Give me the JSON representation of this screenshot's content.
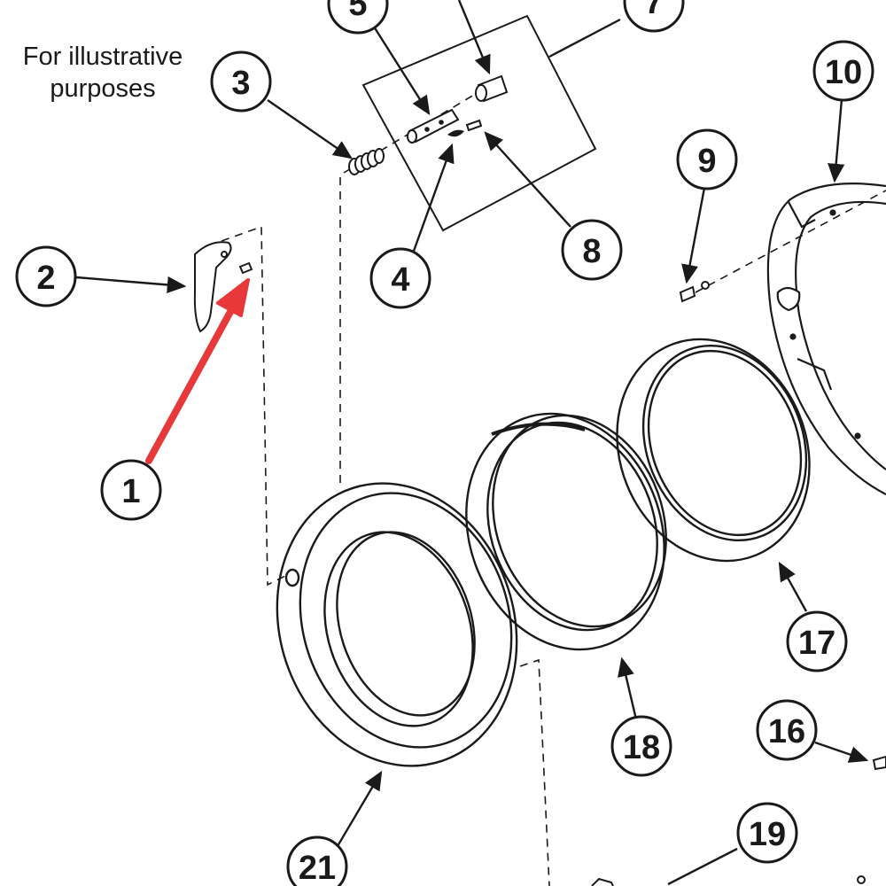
{
  "caption": {
    "line1": "For illustrative",
    "line2": "purposes"
  },
  "callouts": {
    "c1": "1",
    "c2": "2",
    "c3": "3",
    "c4": "4",
    "c5": "5",
    "c7": "7",
    "c8": "8",
    "c9": "9",
    "c10": "10",
    "c16": "16",
    "c17": "17",
    "c18": "18",
    "c19": "19",
    "c21": "21"
  },
  "colors": {
    "line": "#1a1a1a",
    "highlight_arrow": "#e8393a",
    "background": "#ffffff"
  },
  "highlighted_part": "1"
}
